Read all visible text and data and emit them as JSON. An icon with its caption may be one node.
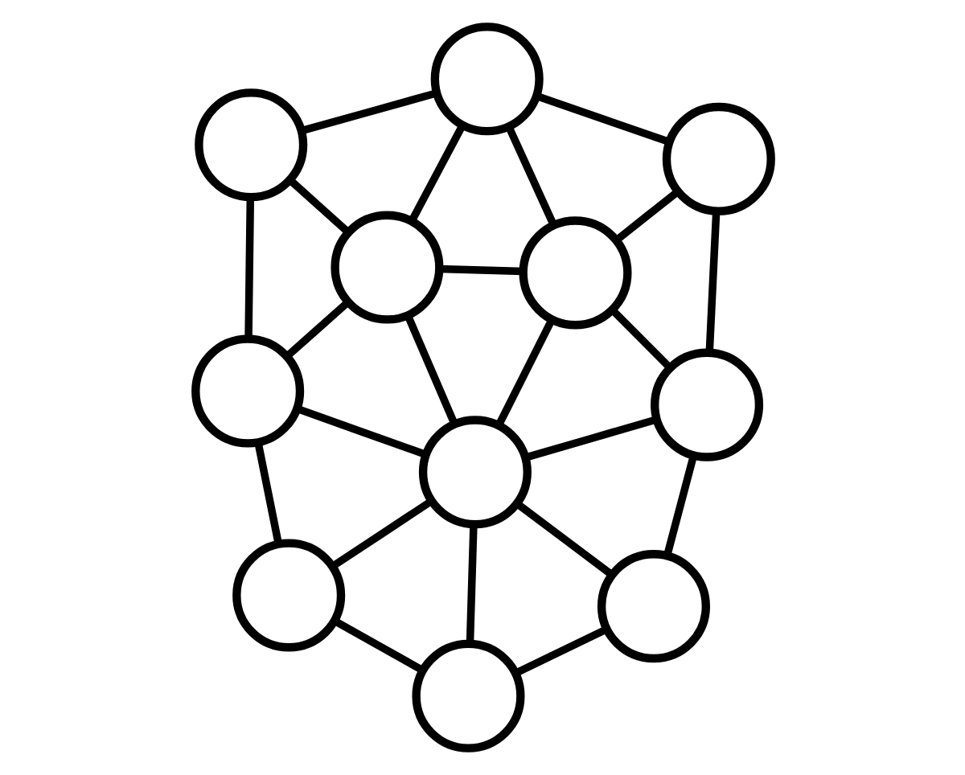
{
  "diagram": {
    "nodes": [
      {
        "text": [],
        "shape": "circle"
      },
      {
        "text": [],
        "shape": "circle"
      },
      {
        "text": [],
        "shape": "circle"
      },
      {
        "text": [],
        "shape": "circle"
      },
      {
        "text": [],
        "shape": "circle"
      },
      {
        "text": [],
        "shape": "circle"
      },
      {
        "text": [],
        "shape": "circle"
      },
      {
        "text": [],
        "shape": "circle"
      },
      {
        "text": [],
        "shape": "circle"
      },
      {
        "text": [],
        "shape": "circle"
      },
      {
        "text": [],
        "shape": "circle"
      }
    ],
    "edges": [
      {
        "from": 1,
        "to": 0,
        "arrow": "none"
      },
      {
        "from": 1,
        "to": 2,
        "arrow": "none"
      },
      {
        "from": 1,
        "to": 5,
        "arrow": "none"
      },
      {
        "from": 0,
        "to": 2,
        "arrow": "none"
      },
      {
        "from": 0,
        "to": 3,
        "arrow": "none"
      },
      {
        "from": 0,
        "to": 4,
        "arrow": "none"
      },
      {
        "from": 2,
        "to": 3,
        "arrow": "none"
      },
      {
        "from": 2,
        "to": 5,
        "arrow": "none"
      },
      {
        "from": 2,
        "to": 6,
        "arrow": "none"
      },
      {
        "from": 3,
        "to": 6,
        "arrow": "none"
      },
      {
        "from": 3,
        "to": 4,
        "arrow": "none"
      },
      {
        "from": 3,
        "to": 7,
        "arrow": "none"
      },
      {
        "from": 4,
        "to": 7,
        "arrow": "none"
      },
      {
        "from": 5,
        "to": 6,
        "arrow": "none"
      },
      {
        "from": 5,
        "to": 8,
        "arrow": "none"
      },
      {
        "from": 6,
        "to": 7,
        "arrow": "none"
      },
      {
        "from": 6,
        "to": 8,
        "arrow": "none"
      },
      {
        "from": 6,
        "to": 10,
        "arrow": "none"
      },
      {
        "from": 6,
        "to": 9,
        "arrow": "none"
      },
      {
        "from": 7,
        "to": 9,
        "arrow": "none"
      },
      {
        "from": 8,
        "to": 10,
        "arrow": "none"
      },
      {
        "from": 9,
        "to": 10,
        "arrow": "none"
      }
    ]
  }
}
